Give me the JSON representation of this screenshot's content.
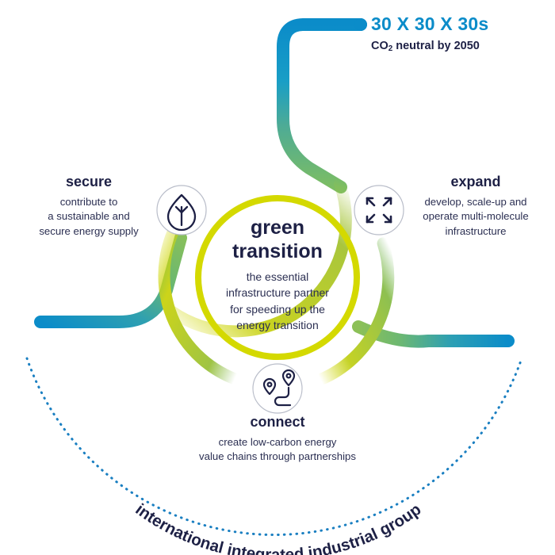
{
  "kpi": {
    "title": "30 X 30 X 30s",
    "subtitle_pre": "CO",
    "subtitle_sub": "2",
    "subtitle_post": " neutral by 2050",
    "accent_color": "#0b8cc9"
  },
  "center": {
    "title_line1": "green",
    "title_line2": "transition",
    "desc_line1": "the essential",
    "desc_line2": "infrastructure partner",
    "desc_line3": "for speeding up the",
    "desc_line4": "energy transition"
  },
  "nodes": {
    "secure": {
      "title": "secure",
      "desc_line1": "contribute to",
      "desc_line2": "a sustainable and",
      "desc_line3": "secure energy supply",
      "icon": "leaf-icon"
    },
    "expand": {
      "title": "expand",
      "desc_line1": "develop, scale-up and",
      "desc_line2": "operate multi-molecule",
      "desc_line3": "infrastructure",
      "icon": "expand-arrows-icon"
    },
    "connect": {
      "title": "connect",
      "desc_line1": "create low-carbon energy",
      "desc_line2": "value chains through partnerships",
      "icon": "map-route-pins-icon"
    }
  },
  "footer": {
    "curved_text": "international integrated industrial group"
  },
  "colors": {
    "blue": "#0b8cc9",
    "teal": "#3ba3a8",
    "green": "#6fb86a",
    "yellow_green": "#a3c43a",
    "bright_lime": "#d4d900",
    "navy": "#1d2045",
    "dotted_blue": "#1a7fc1"
  }
}
